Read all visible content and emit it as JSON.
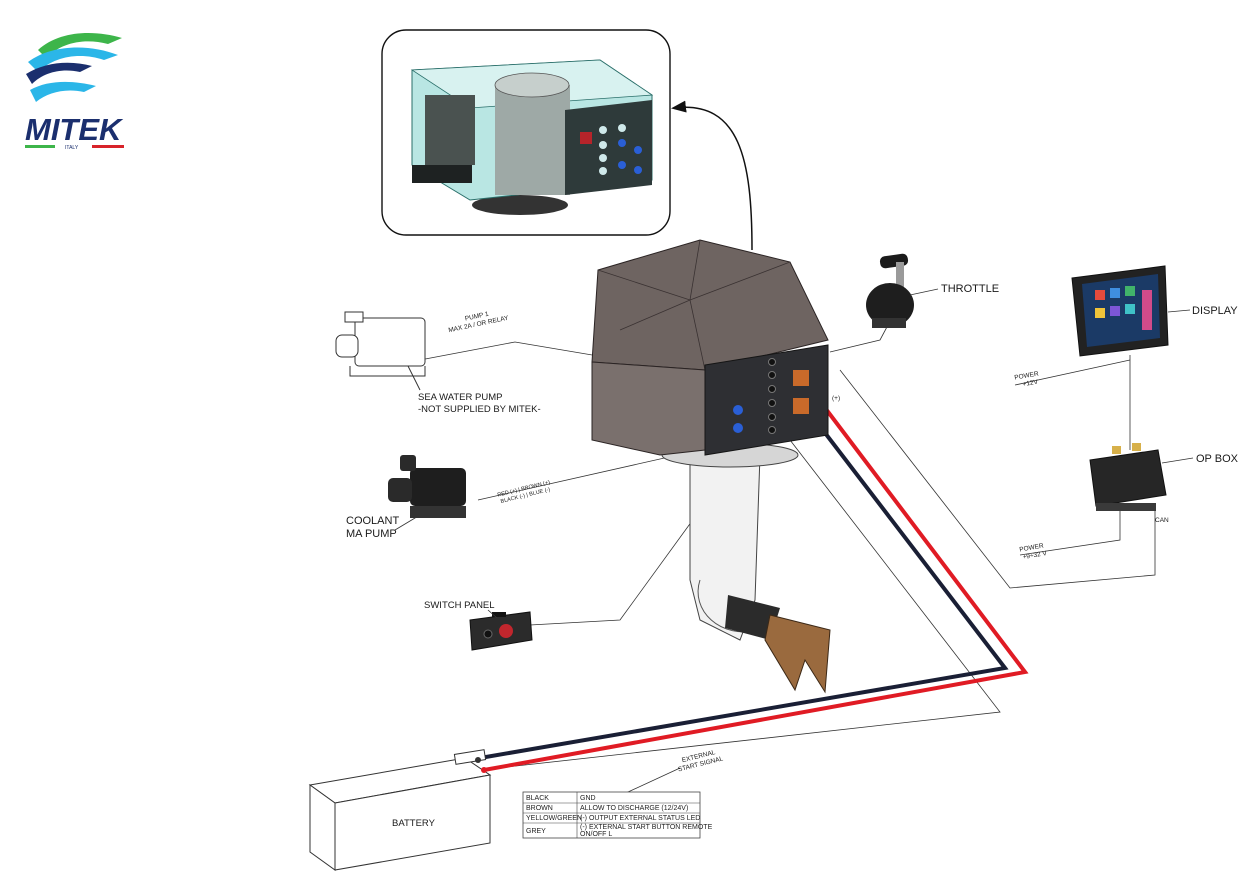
{
  "brand": {
    "name": "MITEK",
    "country": "ITALY",
    "colors": {
      "green": "#3db54a",
      "cyan": "#2bb6e8",
      "navy": "#1b2f6e",
      "red": "#d8232a"
    }
  },
  "components": {
    "pump": {
      "lines": [
        "PUMP 1",
        "MAX 2A / OR RELAY"
      ]
    },
    "sea_water_pump": {
      "lines": [
        "SEA WATER PUMP",
        "-NOT SUPPLIED BY MITEK-"
      ]
    },
    "coolant_pump": {
      "lines": [
        "COOLANT",
        "MA PUMP"
      ],
      "wire_lines": [
        "RED (+) | BROWN (+)",
        "BLACK (-) | BLUE (-)"
      ]
    },
    "switch_panel": {
      "label": "SWITCH PANEL"
    },
    "throttle": {
      "label": "THROTTLE"
    },
    "display": {
      "label": "DISPLAY",
      "power_lines": [
        "POWER",
        "+12V"
      ]
    },
    "op_box": {
      "label": "OP BOX",
      "power_lines": [
        "POWER",
        "+9÷32 V"
      ],
      "can_label": "CAN"
    },
    "battery": {
      "label": "BATTERY"
    },
    "motor": {
      "polarity_label": "(+)"
    },
    "external_start": {
      "lines": [
        "EXTERNAL",
        "START SIGNAL"
      ]
    }
  },
  "wire_table": {
    "rows": [
      {
        "color": "BLACK",
        "desc": [
          "GND"
        ]
      },
      {
        "color": "BROWN",
        "desc": [
          "ALLOW TO DISCHARGE (12/24V)"
        ]
      },
      {
        "color": "YELLOW/GREEN",
        "desc": [
          "(-) OUTPUT EXTERNAL STATUS LED"
        ]
      },
      {
        "color": "GREY",
        "desc": [
          "(-) EXTERNAL START BUTTON   REMOTE",
          "ON/OFF L"
        ]
      }
    ]
  },
  "cable_colors": {
    "positive": "#e01b24",
    "negative": "#1a1f35"
  }
}
